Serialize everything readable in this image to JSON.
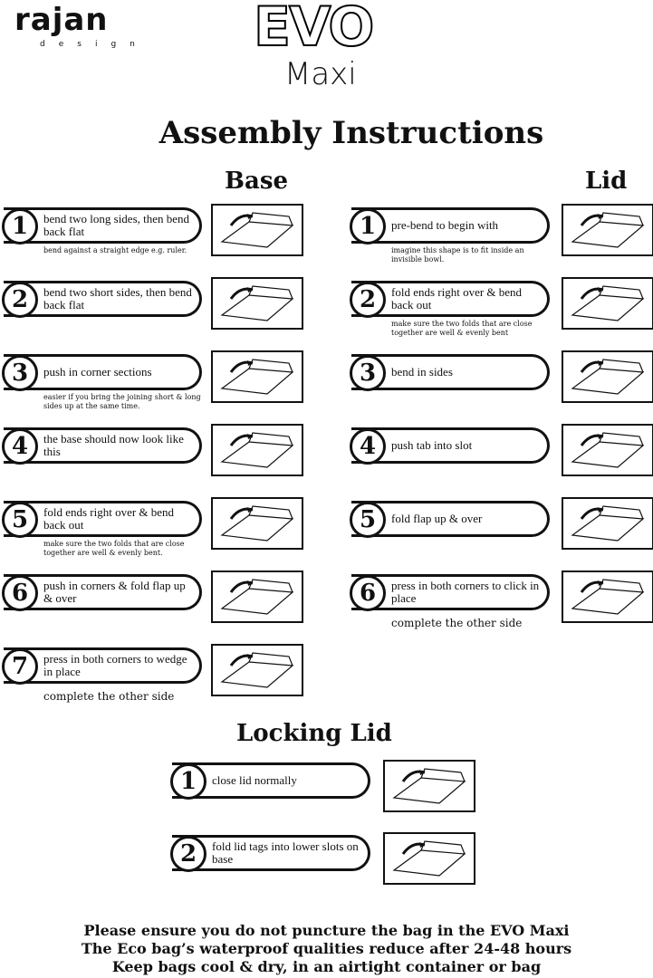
{
  "brand": {
    "maker": "rajan",
    "maker_sub": "design",
    "product": "EVO",
    "product_sub": "Maxi"
  },
  "title": "Assembly Instructions",
  "base": {
    "heading": "Base",
    "steps": [
      {
        "num": "1",
        "text": "bend two long sides, then bend back flat",
        "note": "bend against a straight edge e.g. ruler."
      },
      {
        "num": "2",
        "text": "bend two short sides, then bend back flat"
      },
      {
        "num": "3",
        "text": "push in corner sections",
        "note": "easier if you bring the joining short & long sides up at the same time."
      },
      {
        "num": "4",
        "text": "the base should now look like this"
      },
      {
        "num": "5",
        "text": "fold ends right over & bend back out",
        "note": "make sure the two folds that are close together are well & evenly bent."
      },
      {
        "num": "6",
        "text": "push in corners & fold flap up & over"
      },
      {
        "num": "7",
        "text": "press in both corners to wedge in place",
        "note": "complete the other side"
      }
    ]
  },
  "lid": {
    "heading": "Lid",
    "steps": [
      {
        "num": "1",
        "text": "pre-bend to begin with",
        "note": "imagine this shape is to fit inside an invisible bowl."
      },
      {
        "num": "2",
        "text": "fold ends right over & bend back out",
        "note": "make sure the two folds that are close together are well & evenly bent"
      },
      {
        "num": "3",
        "text": "bend in sides"
      },
      {
        "num": "4",
        "text": "push tab into slot"
      },
      {
        "num": "5",
        "text": "fold flap up & over"
      },
      {
        "num": "6",
        "text": "press in both corners to click in place",
        "note": "complete the other side"
      }
    ]
  },
  "locking": {
    "heading": "Locking Lid",
    "steps": [
      {
        "num": "1",
        "text": "close lid normally"
      },
      {
        "num": "2",
        "text": "fold lid tags into lower slots on base"
      }
    ]
  },
  "footer": [
    "Please ensure you do not puncture the bag in the EVO Maxi",
    "The Eco bag’s waterproof qualities reduce after 24-48 hours",
    "Keep bags cool & dry, in an airtight container or bag"
  ]
}
